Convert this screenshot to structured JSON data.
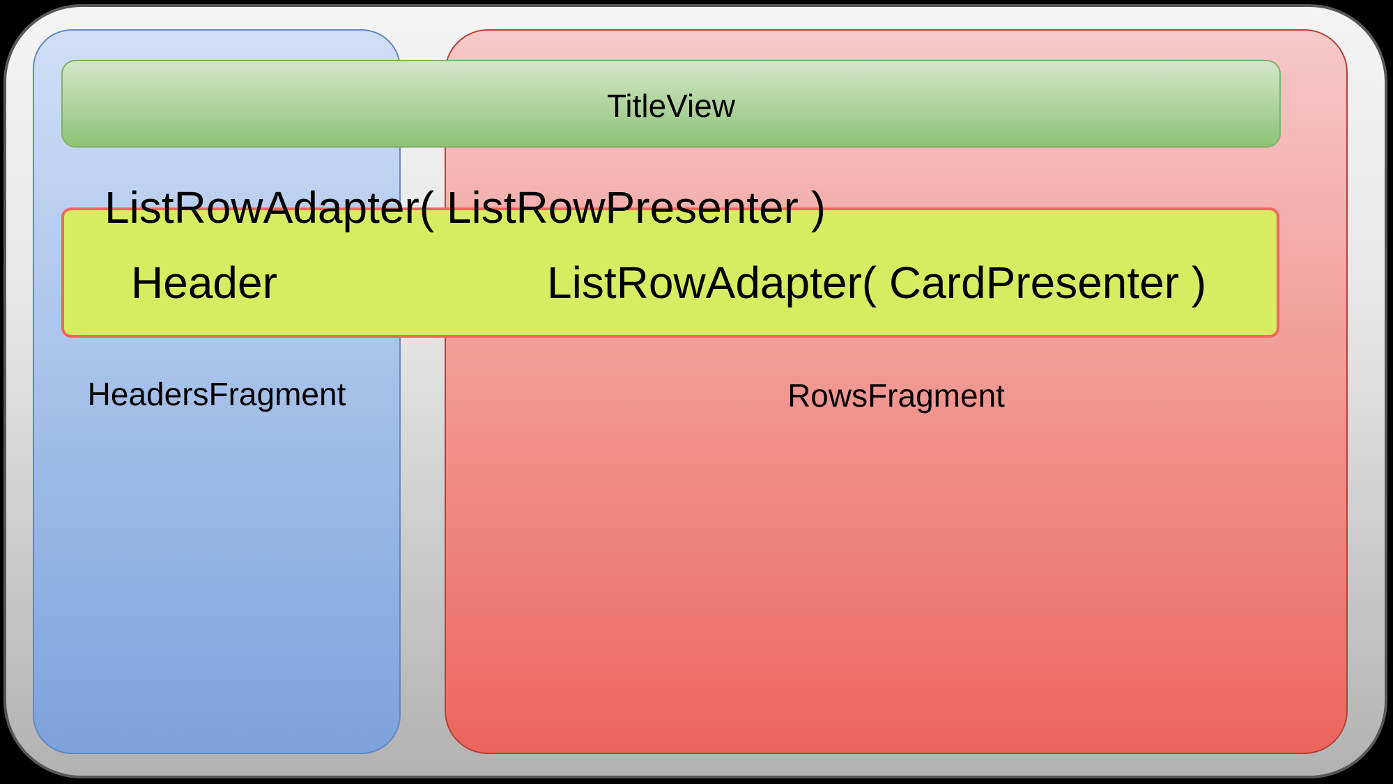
{
  "diagram": {
    "title_view": {
      "label": "TitleView"
    },
    "adapter_overlay_label": "ListRowAdapter( ListRowPresenter )",
    "adapter_row": {
      "header_label": "Header",
      "card_adapter_label": "ListRowAdapter( CardPresenter )"
    },
    "headers_fragment": {
      "label": "HeadersFragment"
    },
    "rows_fragment": {
      "label": "RowsFragment"
    },
    "colors": {
      "canvas_background": "#000000",
      "frame_top": "#f4f4f4",
      "frame_bottom": "#b2b2b2",
      "frame_border": "#575757",
      "headers_top": "#cfdff6",
      "headers_bottom": "#7ca2dc",
      "headers_border": "#6487c0",
      "rows_top": "#f7c9c8",
      "rows_bottom": "#ec655b",
      "rows_border": "#b2423a",
      "title_top": "#d3e7ca",
      "title_bottom": "#8ec275",
      "title_border": "#83b169",
      "adapter_fill": "#d6ed62",
      "adapter_border": "#f4655c",
      "text_color": "#000000"
    }
  }
}
